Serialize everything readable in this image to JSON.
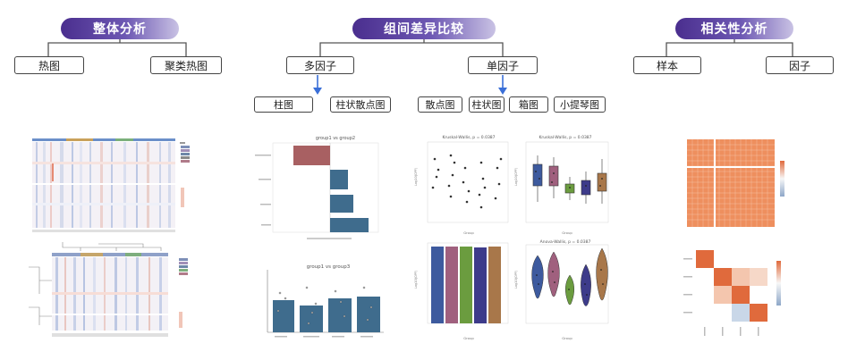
{
  "sections": [
    {
      "title": "整体分析",
      "children": [
        "热图",
        "聚类热图"
      ]
    },
    {
      "title": "组间差异比较",
      "children": [
        "多因子",
        "单因子"
      ]
    },
    {
      "title": "相关性分析",
      "children": [
        "样本",
        "因子"
      ]
    }
  ],
  "multi_factor": {
    "options": [
      "柱图",
      "柱状散点图"
    ]
  },
  "single_factor": {
    "options": [
      "散点图",
      "柱状图",
      "箱图",
      "小提琴图"
    ]
  },
  "thumbnails": {
    "diverging_bar_title": "group1 vs group2",
    "bar_scatter_title": "group1 vs group3",
    "kruskal_title": "Kruskal-Wallis, p = 0.0387",
    "kruskal_box_title": "Kruskal-Wallis, p = 0.0387",
    "anova_title": "Anova-Wallis, p = 0.0387",
    "group_axis": "Group",
    "y_axis": "Log10(OPF)"
  },
  "colors": {
    "accent_dark": "#4a2e8e",
    "accent_light": "#c9c2e4",
    "heat_red": "#e06a3c",
    "heat_blue": "#8ea7c8"
  }
}
